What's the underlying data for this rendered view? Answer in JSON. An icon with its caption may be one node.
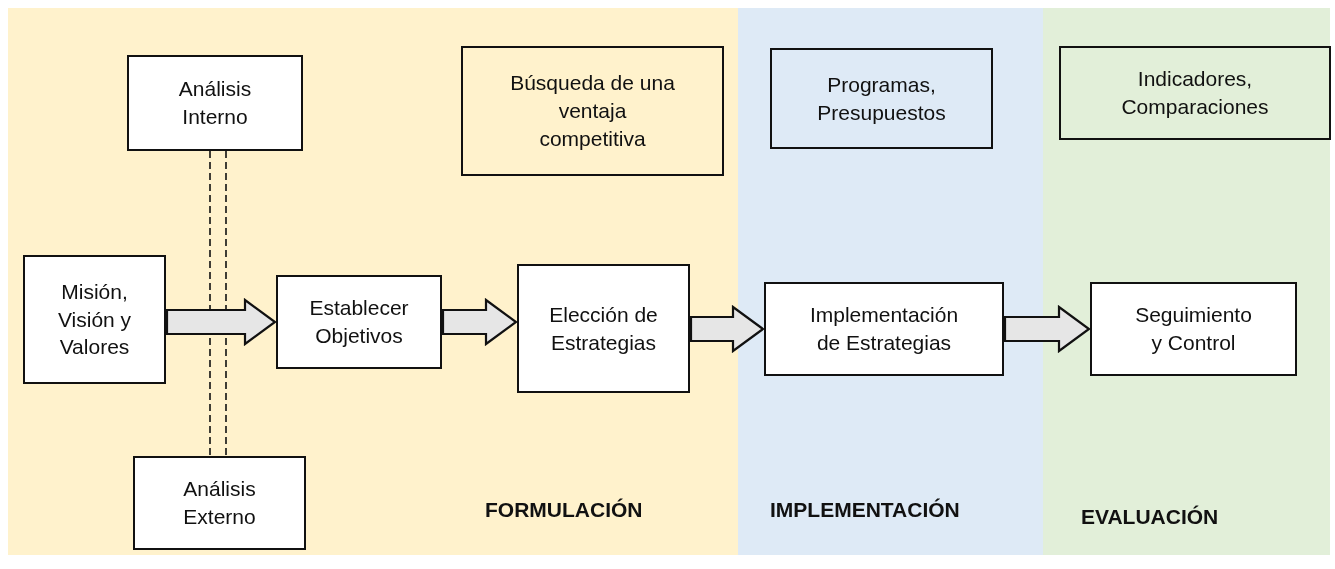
{
  "diagram": {
    "nodes": [
      {
        "text": [
          "FORMULACIÓN"
        ]
      },
      {
        "text": [
          "Análisis Interno"
        ],
        "in": 0
      },
      {
        "text": [
          "Búsqueda de una ventaja competitiva"
        ],
        "in": 0
      },
      {
        "text": [
          "Misión, Visión y Valores"
        ],
        "in": 0
      },
      {
        "text": [
          "Establecer Objetivos"
        ],
        "in": 0
      },
      {
        "text": [
          "Elección de Estrategias"
        ],
        "in": 0
      },
      {
        "text": [
          "Análisis Externo"
        ],
        "in": 0
      },
      {
        "text": [
          "IMPLEMENTACIÓN"
        ]
      },
      {
        "text": [
          "Programas, Presupuestos"
        ],
        "in": 7
      },
      {
        "text": [
          "Implementación de Estrategias"
        ],
        "in": 7
      },
      {
        "text": [
          "EVALUACIÓN"
        ]
      },
      {
        "text": [
          "Indicadores, Comparaciones"
        ],
        "in": 10
      },
      {
        "text": [
          "Seguimiento y Control"
        ],
        "in": 10
      }
    ],
    "edges": [
      {
        "from": 1,
        "to": 6,
        "arrow": "none",
        "style": "dashed"
      },
      {
        "from": 3,
        "to": 4,
        "arrow": "to"
      },
      {
        "from": 4,
        "to": 5,
        "arrow": "to"
      },
      {
        "from": 5,
        "to": 9,
        "arrow": "to"
      },
      {
        "from": 9,
        "to": 12,
        "arrow": "to"
      }
    ]
  }
}
